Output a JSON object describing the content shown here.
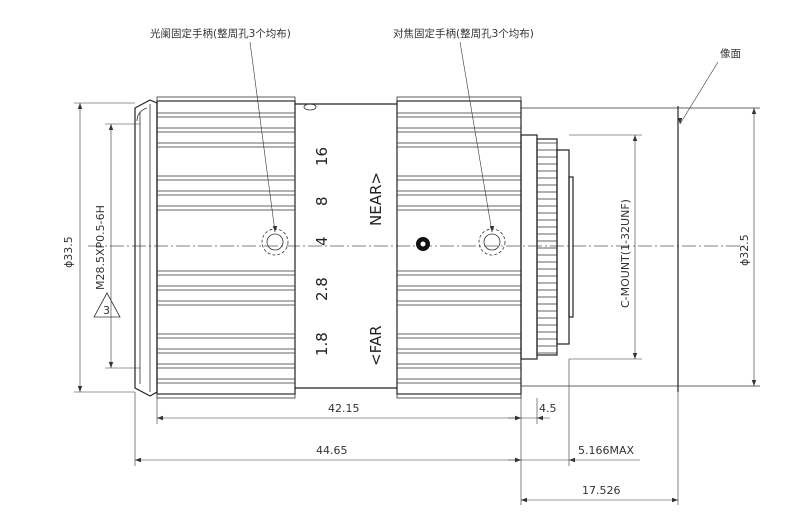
{
  "labels": {
    "iris_screw": "光阑固定手柄(整周孔3个均布)",
    "focus_screw": "对焦固定手柄(整周孔3个均布)",
    "image_plane": "像面",
    "diam_front": "ϕ33.5",
    "filter_thread": "M28.5XP0.5-6H",
    "triangle_note": "3",
    "mount": "C-MOUNT(1-32UNF)",
    "diam_rear": "ϕ32.5",
    "far": "<FAR",
    "near": "NEAR>"
  },
  "aperture_scale": [
    "1.8",
    "2.8",
    "4",
    "8",
    "16"
  ],
  "dimensions": {
    "body_length": "42.15",
    "mount_flange": "4.5",
    "total_length": "44.65",
    "rear_protrusion": "5.166MAX",
    "flange_back": "17.526"
  }
}
